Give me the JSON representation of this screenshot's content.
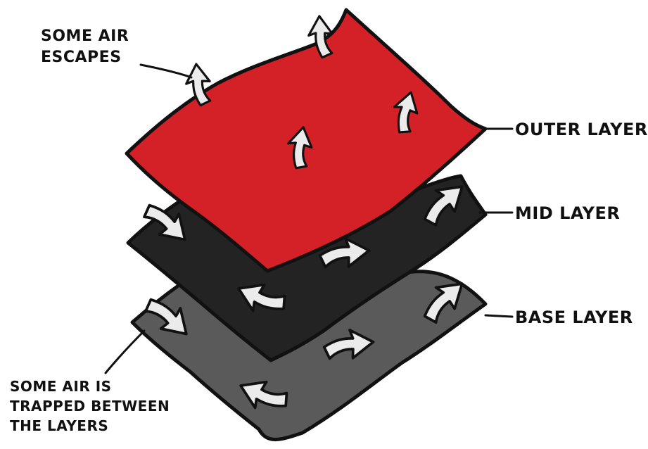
{
  "labels": {
    "some_air_escapes": [
      "SOME AIR",
      "ESCAPES"
    ],
    "outer_layer": "OUTER LAYER",
    "mid_layer": "MID LAYER",
    "base_layer": "BASE LAYER",
    "some_air_trapped": [
      "SOME AIR IS",
      "TRAPPED BETWEEN",
      "THE LAYERS"
    ]
  },
  "colors": {
    "outer_layer": "#d42027",
    "mid_layer": "#232323",
    "base_layer": "#5a5a5a",
    "arrow_fill": "#ebebeb",
    "outline": "#111111"
  },
  "icons": {
    "air_arrow": "curved-arrow-icon"
  }
}
